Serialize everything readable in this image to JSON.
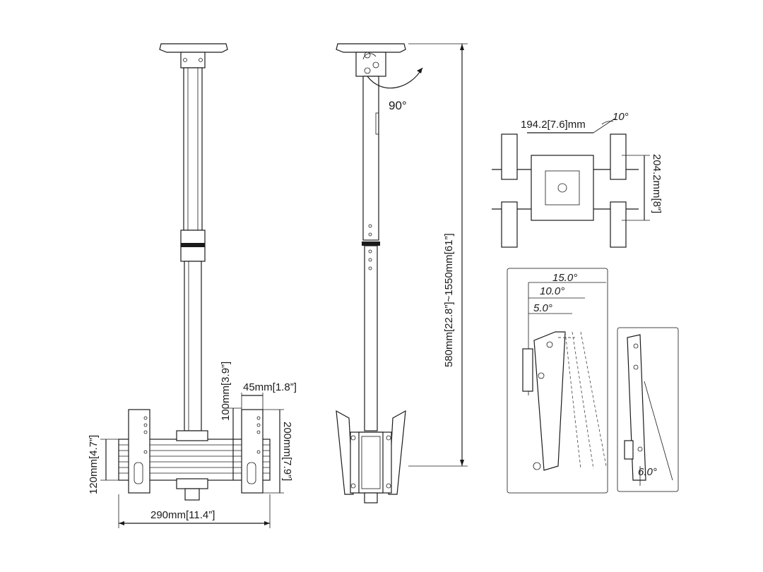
{
  "labels": {
    "rotation": "90°",
    "height_range": "580mm[22.8”]~1550mm[61”]",
    "plate_width": "194.2[7.6]mm",
    "plate_height": "204.2mm[8”]",
    "plate_tilt": "10°",
    "vesa_width": "290mm[11.4”]",
    "vesa_h_left": "120mm[4.7”]",
    "vesa_h_mid": "100mm[3.9”]",
    "arm_width": "45mm[1.8”]",
    "vesa_h_right": "200mm[7.9”]",
    "tilt_15": "15.0°",
    "tilt_10": "10.0°",
    "tilt_5": "5.0°",
    "tilt_6": "6.0°"
  }
}
